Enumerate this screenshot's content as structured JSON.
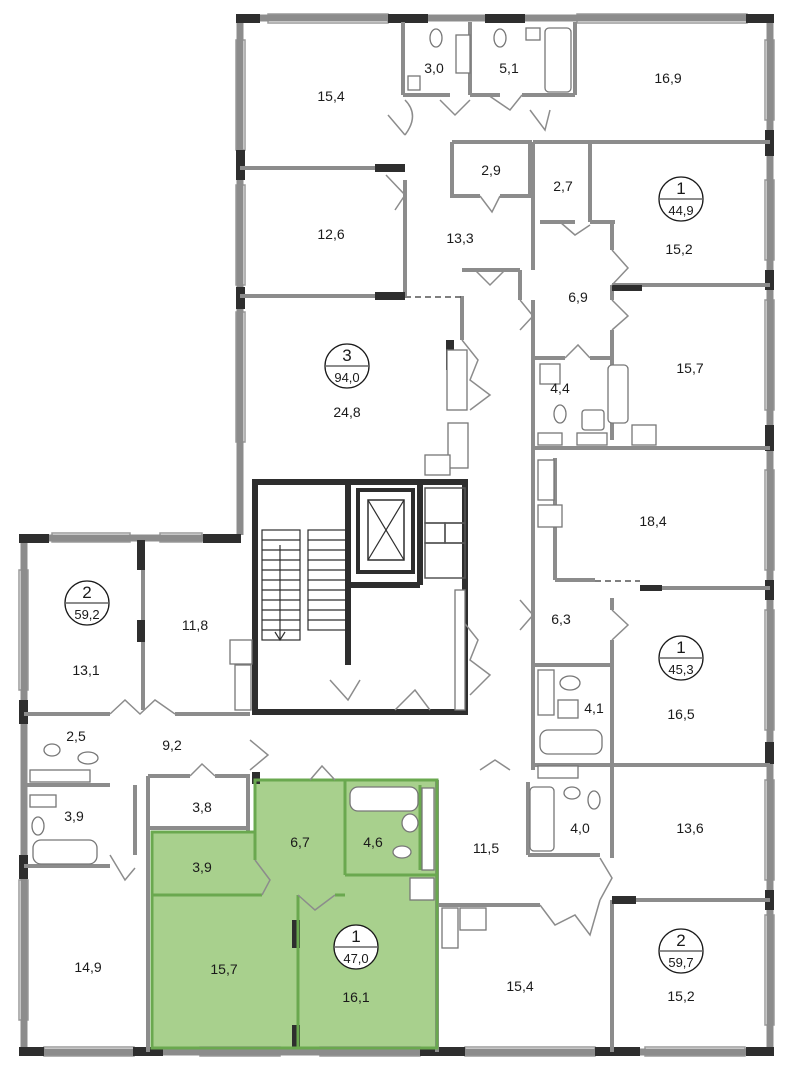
{
  "colors": {
    "wall": "#8c8c8c",
    "wall_dark": "#2e2e2e",
    "window": "#d9d9d9",
    "highlight_fill": "#a8d08d",
    "highlight_wall": "#6aa84f",
    "fixture": "#9a9a9a"
  },
  "apartments": [
    {
      "id": "apt-3-top-left",
      "rooms": "3",
      "area": "94,0"
    },
    {
      "id": "apt-1-top-right",
      "rooms": "1",
      "area": "44,9"
    },
    {
      "id": "apt-2-left",
      "rooms": "2",
      "area": "59,2"
    },
    {
      "id": "apt-1-mid-right",
      "rooms": "1",
      "area": "45,3"
    },
    {
      "id": "apt-1-highlighted",
      "rooms": "1",
      "area": "47,0"
    },
    {
      "id": "apt-2-bottom-right",
      "rooms": "2",
      "area": "59,7"
    }
  ],
  "rooms": {
    "r_15_4_top": "15,4",
    "r_3_0": "3,0",
    "r_5_1": "5,1",
    "r_16_9": "16,9",
    "r_2_9": "2,9",
    "r_2_7": "2,7",
    "r_12_6": "12,6",
    "r_13_3": "13,3",
    "r_15_2_top": "15,2",
    "r_6_9": "6,9",
    "r_15_7_right": "15,7",
    "r_4_4": "4,4",
    "r_24_8": "24,8",
    "r_18_4": "18,4",
    "r_11_8": "11,8",
    "r_13_1": "13,1",
    "r_6_3": "6,3",
    "r_4_1": "4,1",
    "r_16_5": "16,5",
    "r_2_5": "2,5",
    "r_9_2": "9,2",
    "r_3_9_left": "3,9",
    "r_3_8": "3,8",
    "r_6_7": "6,7",
    "r_4_6": "4,6",
    "r_11_5": "11,5",
    "r_4_0": "4,0",
    "r_13_6": "13,6",
    "r_3_9_hl": "3,9",
    "r_14_9": "14,9",
    "r_15_7_hl": "15,7",
    "r_16_1": "16,1",
    "r_15_4_bottom": "15,4",
    "r_15_2_bottom": "15,2"
  }
}
